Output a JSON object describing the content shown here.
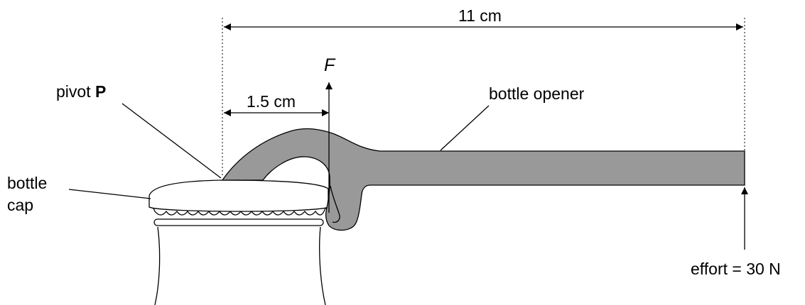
{
  "labels": {
    "dim_total": "11 cm",
    "dim_short": "1.5 cm",
    "force": "F",
    "pivot_prefix": "pivot ",
    "pivot_letter": "P",
    "bottle_opener": "bottle opener",
    "bottle_line1": "bottle",
    "bottle_line2": "cap",
    "effort": "effort = 30 N"
  },
  "colors": {
    "opener_fill": "#999999",
    "cap_fill": "#ffffff",
    "ink": "#000000"
  }
}
